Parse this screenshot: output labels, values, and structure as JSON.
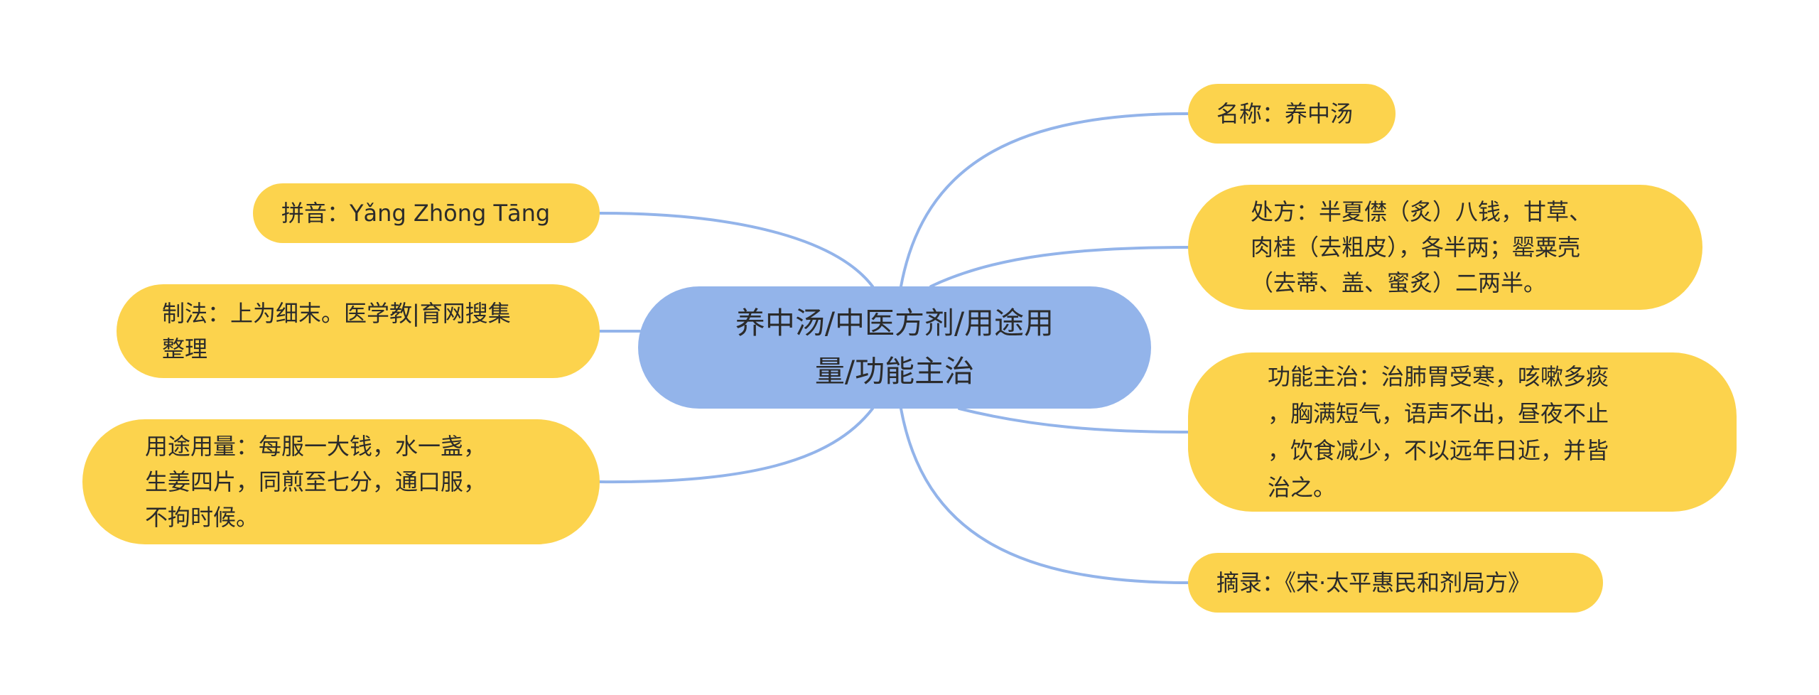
{
  "colors": {
    "root_fill": "#93b4ea",
    "leaf_fill": "#fcd34d",
    "connector": "#93b4ea",
    "text": "#2b2b2b"
  },
  "root": {
    "text": "养中汤/中医方剂/用途用\n量/功能主治"
  },
  "branches": {
    "name": "名称：养中汤",
    "prescription": "处方：半夏僸（炙）八钱，甘草、\n肉桂（去粗皮），各半两；罂粟壳\n（去蒂、盖、蜜炙）二两半。",
    "indications": "功能主治：治肺胃受寒，咳嗽多痰\n，胸满短气，语声不出，昼夜不止\n，饮食减少，不以远年日近，并皆\n治之。",
    "excerpt": "摘录：《宋·太平惠民和剂局方》",
    "pinyin": "拼音：Yǎng Zhōng Tāng",
    "preparation": "制法：上为细末。医学教|育网搜集\n整理",
    "usage": "用途用量：每服一大钱，水一盏，\n生姜四片，同煎至七分，通口服，\n不拘时候。"
  }
}
